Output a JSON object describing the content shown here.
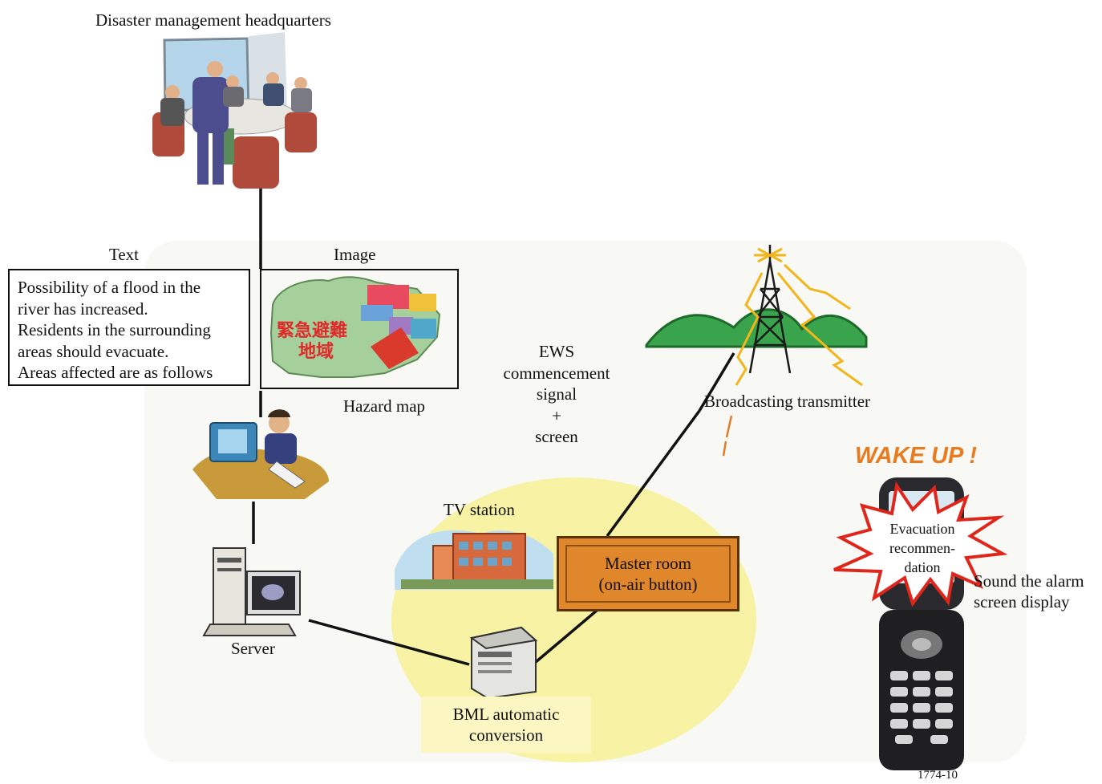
{
  "title": "Disaster management headquarters",
  "text_panel": {
    "header": "Text",
    "lines": [
      "Possibility of a flood in the",
      "river has increased.",
      "Residents in the surrounding",
      "areas should evacuate.",
      "Areas affected are as follows"
    ]
  },
  "image_panel": {
    "header": "Image",
    "caption": "Hazard map",
    "map_text_line1": "緊急避難",
    "map_text_line2": "地域"
  },
  "ews_signal": {
    "lines": [
      "EWS",
      "commencement",
      "signal",
      "+",
      "screen"
    ]
  },
  "transmitter_label": "Broadcasting transmitter",
  "tv_station_label": "TV station",
  "master_room": {
    "line1": "Master room",
    "line2": "(on-air button)"
  },
  "server_label": "Server",
  "bml": {
    "line1": "BML automatic",
    "line2": "conversion"
  },
  "phone": {
    "alert_title": "WAKE UP !",
    "evacuation_lines": [
      "Evacuation",
      "recommen-",
      "dation"
    ],
    "alarm_line1": "Sound the alarm",
    "alarm_line2": "screen display"
  },
  "figure_number": "1774-10",
  "colors": {
    "wake_up": "#ea7a1e",
    "master_room": "#e0862b",
    "yellow_disc": "#f7f2a4",
    "burst_outline": "#e0261b"
  }
}
